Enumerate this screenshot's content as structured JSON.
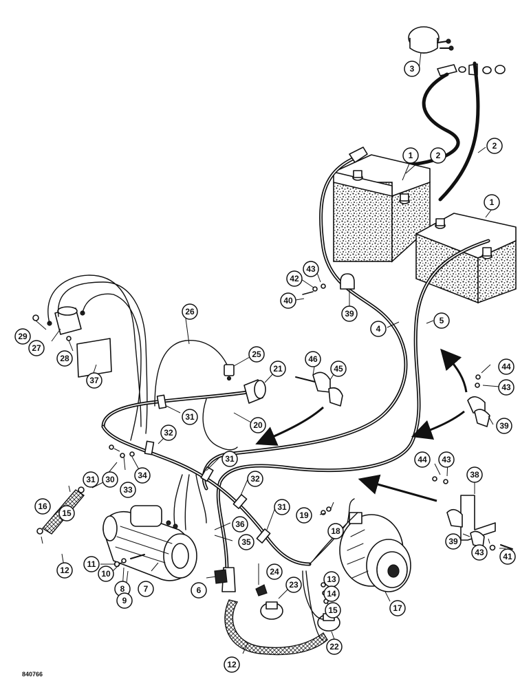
{
  "figure_id": "840766",
  "callouts": {
    "c1a": "1",
    "c1b": "1",
    "c2a": "2",
    "c2b": "2",
    "c3": "3",
    "c4": "4",
    "c5": "5",
    "c6": "6",
    "c7": "7",
    "c8": "8",
    "c9": "9",
    "c10": "10",
    "c11": "11",
    "c12a": "12",
    "c12b": "12",
    "c13": "13",
    "c14": "14",
    "c15a": "15",
    "c15b": "15",
    "c16": "16",
    "c17": "17",
    "c18": "18",
    "c19": "19",
    "c20": "20",
    "c21": "21",
    "c22": "22",
    "c23": "23",
    "c24": "24",
    "c25": "25",
    "c26": "26",
    "c27": "27",
    "c28": "28",
    "c29": "29",
    "c30": "30",
    "c31a": "31",
    "c31b": "31",
    "c31c": "31",
    "c31d": "31",
    "c32a": "32",
    "c32b": "32",
    "c33": "33",
    "c34": "34",
    "c35": "35",
    "c36": "36",
    "c37": "37",
    "c38": "38",
    "c39a": "39",
    "c39b": "39",
    "c39c": "39",
    "c40": "40",
    "c41": "41",
    "c42": "42",
    "c43a": "43",
    "c43b": "43",
    "c43c": "43",
    "c43d": "43",
    "c44a": "44",
    "c44b": "44",
    "c45": "45",
    "c46": "46"
  },
  "colors": {
    "line": "#111111",
    "background": "#ffffff"
  }
}
